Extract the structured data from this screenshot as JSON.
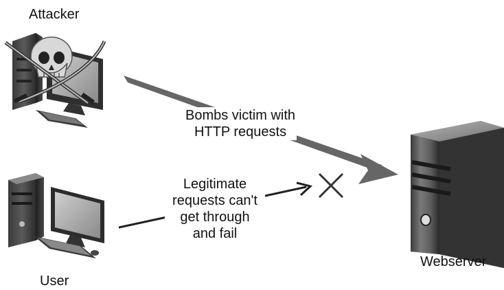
{
  "nodes": {
    "attacker": {
      "label": "Attacker"
    },
    "user": {
      "label": "User"
    },
    "server": {
      "label": "Webserver"
    }
  },
  "edges": {
    "attack": {
      "label_line1": "Bombs victim with",
      "label_line2": "HTTP requests"
    },
    "legit": {
      "label_line1": "Legitimate",
      "label_line2": "requests can't",
      "label_line3": "get through",
      "label_line4": "and fail"
    }
  },
  "colors": {
    "arrow": "#666666",
    "line": "#222222",
    "fail_mark": "#333333"
  },
  "icons": {
    "attacker": "pirate-computer-icon",
    "user": "desktop-computer-icon",
    "server": "server-tower-icon",
    "fail": "x-mark-icon"
  }
}
